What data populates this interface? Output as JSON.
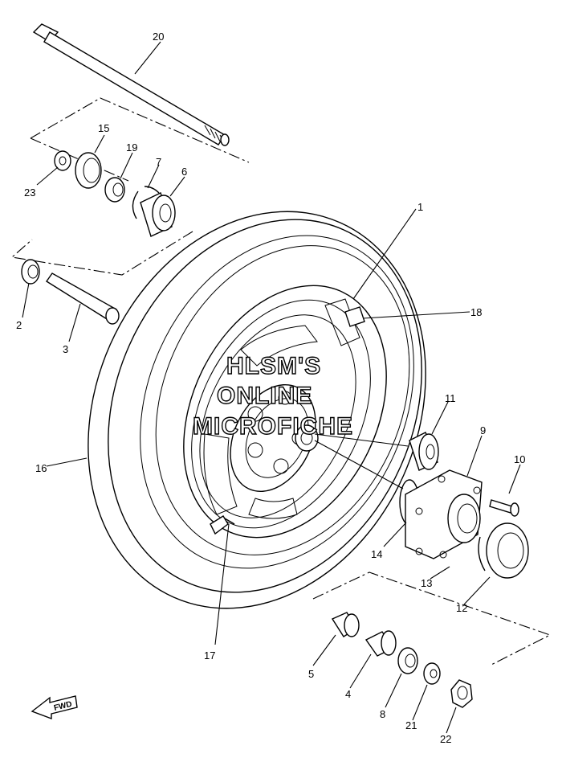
{
  "watermark": {
    "line1": "HLSM'S",
    "line2": "ONLINE",
    "line3": "MICROFICHE"
  },
  "fwd_label": "FWD",
  "callouts": {
    "p1": "1",
    "p2": "2",
    "p3": "3",
    "p4": "4",
    "p5": "5",
    "p6": "6",
    "p7": "7",
    "p8": "8",
    "p9": "9",
    "p10": "10",
    "p11": "11",
    "p12": "12",
    "p13": "13",
    "p14": "14",
    "p15": "15",
    "p16": "16",
    "p17": "17",
    "p18": "18",
    "p19": "19",
    "p20": "20",
    "p21": "21",
    "p22": "22",
    "p23": "23"
  }
}
